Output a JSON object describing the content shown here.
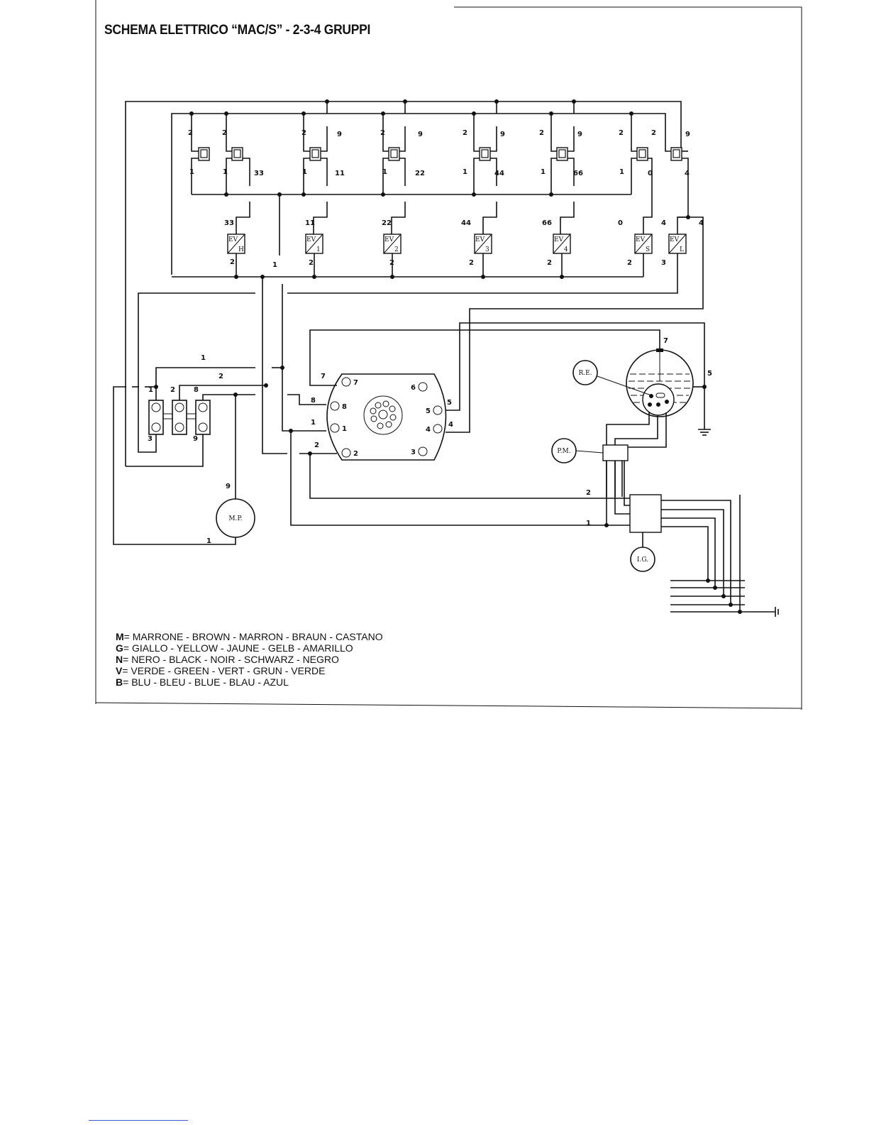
{
  "title": "SCHEMA ELETTRICO “MAC/S” - 2-3-4 GRUPPI",
  "components": {
    "re": "R.E.",
    "pm": "P.M.",
    "ig": "I.G.",
    "mp": "M.P.",
    "ev_prefix": "EV",
    "ev_subs": [
      "H",
      "1",
      "2",
      "3",
      "4",
      "S",
      "L"
    ]
  },
  "distributor_pins": [
    "7",
    "6",
    "8",
    "5",
    "1",
    "4",
    "2",
    "3"
  ],
  "wire_labels": [
    "2",
    "2",
    "2",
    "2",
    "2",
    "2",
    "2",
    "2",
    "9",
    "9",
    "9",
    "9",
    "9",
    "1",
    "1",
    "1",
    "1",
    "1",
    "1",
    "1",
    "33",
    "11",
    "22",
    "44",
    "66",
    "0",
    "4",
    "33",
    "11",
    "22",
    "44",
    "66",
    "0",
    "4",
    "4",
    "2",
    "2",
    "2",
    "2",
    "2",
    "2",
    "3",
    "1",
    "1",
    "2",
    "1",
    "2",
    "8",
    "3",
    "9",
    "9",
    "1",
    "7",
    "8",
    "1",
    "2",
    "5",
    "4",
    "7",
    "5",
    "2",
    "1"
  ],
  "legend": [
    {
      "code": "M",
      "text": "= MARRONE - BROWN - MARRON - BRAUN - CASTANO"
    },
    {
      "code": "G",
      "text": "= GIALLO - YELLOW - JAUNE - GELB - AMARILLO"
    },
    {
      "code": "N",
      "text": "= NERO - BLACK - NOIR - SCHWARZ - NEGRO"
    },
    {
      "code": "V",
      "text": "= VERDE - GREEN - VERT - GRUN - VERDE"
    },
    {
      "code": "B",
      "text": "= BLU - BLEU - BLUE - BLAU - AZUL"
    }
  ]
}
